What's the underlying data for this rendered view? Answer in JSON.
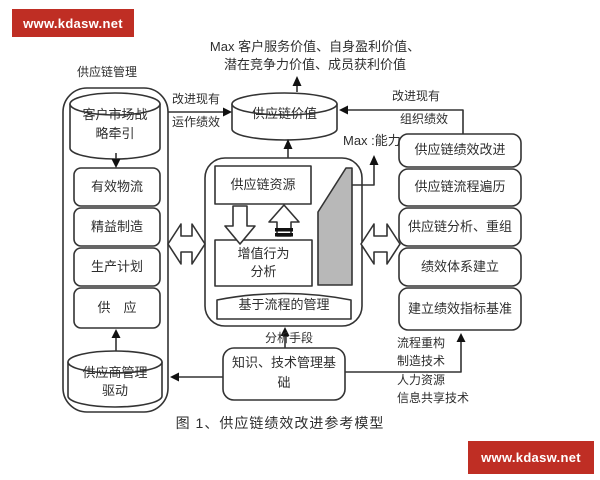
{
  "colors": {
    "accent_red": "#bf2e24",
    "stroke": "#333333",
    "ramp_gray": "#b8b8b8",
    "text": "#2e2e2e"
  },
  "watermark": {
    "text": "www.kdasw.net"
  },
  "header": {
    "scm_label": "供应链管理",
    "max_value_line1": "Max 客户服务价值、自身盈利价值、",
    "max_value_line2": "潜在竞争力价值、成员获利价值"
  },
  "value_cylinder": "供应链价值",
  "edge_labels": {
    "improve_left_line1": "改进现有",
    "improve_left_line2": "运作绩效",
    "improve_right_line1": "改进现有",
    "improve_right_line2": "组织绩效",
    "max_capability": "Max :能力",
    "analysis_means": "分析手段"
  },
  "left_panel": {
    "top_cylinder_line1": "客户市场战",
    "top_cylinder_line2": "略牵引",
    "boxes": [
      "有效物流",
      "精益制造",
      "生产计划",
      "供　应"
    ],
    "bottom_cylinder_line1": "供应商管理",
    "bottom_cylinder_line2": "驱动"
  },
  "center_panel": {
    "resources": "供应链资源",
    "value_behavior_line1": "增值行为",
    "value_behavior_line2": "分析",
    "process_banner": "基于流程的管理"
  },
  "right_panel": {
    "boxes": [
      "供应链绩效改进",
      "供应链流程遍历",
      "供应链分析、重组",
      "绩效体系建立",
      "建立绩效指标基准"
    ]
  },
  "knowledge_box": {
    "line1": "知识、技术管理基",
    "line2": "础"
  },
  "tech_list": [
    "流程重构",
    "制造技术",
    "人力资源",
    "信息共享技术"
  ],
  "caption": "图 1、供应链绩效改进参考模型"
}
